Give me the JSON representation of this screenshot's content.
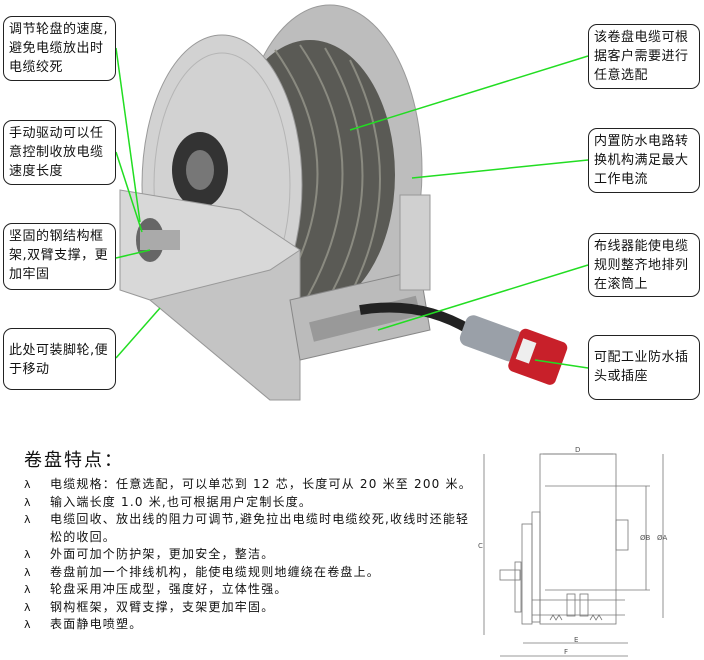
{
  "callouts_left": [
    {
      "text": "调节轮盘的速度,避免电缆放出时电缆绞死"
    },
    {
      "text": "手动驱动可以任意控制收放电缆速度长度"
    },
    {
      "text": "坚固的钢结构框架,双臂支撑，更加牢固"
    },
    {
      "text": "此处可装脚轮,便于移动"
    }
  ],
  "callouts_right": [
    {
      "text": "该卷盘电缆可根据客户需要进行任意选配"
    },
    {
      "text": "内置防水电路转换机构满足最大工作电流"
    },
    {
      "text": "布线器能使电缆规则整齐地排列在滚筒上"
    },
    {
      "text": "可配工业防水插头或插座"
    }
  ],
  "features": {
    "title": "卷盘特点：",
    "bullet": "λ",
    "items": [
      "电缆规格：任意选配，可以单芯到 12 芯，长度可从 20 米至 200 米。",
      "输入端长度 1.0 米,也可根据用户定制长度。",
      "电缆回收、放出线的阻力可调节,避免拉出电缆时电缆绞死,收线时还能轻松的收回。",
      "外面可加个防护架，更加安全，整洁。",
      "卷盘前加一个排线机构，能使电缆规则地缠绕在卷盘上。",
      "轮盘采用冲压成型，强度好，立体性强。",
      "钢构框架，双臂支撑，支架更加牢固。",
      "表面静电喷塑。"
    ]
  },
  "drawing_labels": {
    "d": "D",
    "c": "C",
    "b": "ØB",
    "a": "ØA",
    "e": "E",
    "f": "F"
  },
  "colors": {
    "leader": "#22dd22",
    "plug_red": "#c8202a",
    "flange": "#c9c9c9"
  }
}
